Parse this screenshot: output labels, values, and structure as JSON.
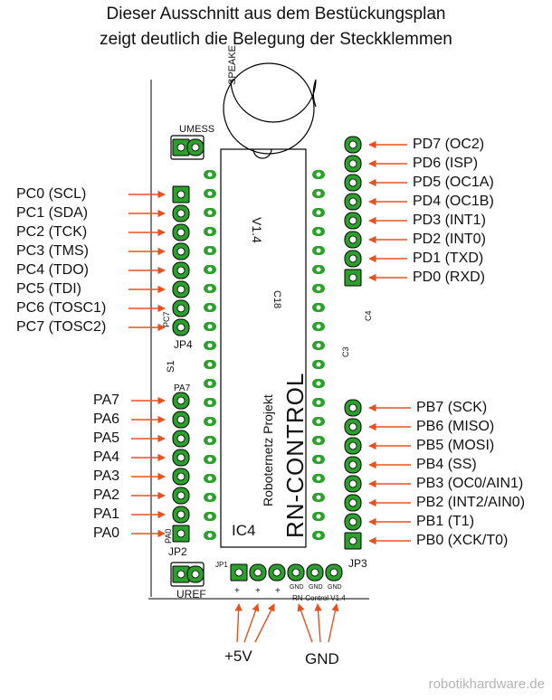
{
  "title": {
    "line1": "Dieser Ausschnitt aus dem Bestückungsplan",
    "line2": "zeigt deutlich die Belegung der Steckklemmen"
  },
  "board": {
    "ic_label": "RN-CONTROL",
    "ic_sub": "Roboternetz Projekt",
    "ic_version": "V1.4",
    "ic_ref": "IC4",
    "cap_label": "C18",
    "speaker_label": "SPEAKE",
    "umess_label": "UMESS",
    "uref_label": "UREF",
    "jp1_label": "JP1",
    "jp2_label": "JP2",
    "jp3_label": "JP3",
    "jp4_label": "JP4",
    "s1_label": "S1",
    "pa7_label": "PA7",
    "pa0_label": "PA0",
    "pc7_label": "PC7",
    "c3_label": "C3",
    "c4_label": "C4",
    "gnd_small": "GND",
    "plus": "+",
    "board_footer": "RN-Control V1.4"
  },
  "left_labels": {
    "pc": [
      "PC0 (SCL)",
      "PC1 (SDA)",
      "PC2 (TCK)",
      "PC3 (TMS)",
      "PC4 (TDO)",
      "PC5 (TDI)",
      "PC6 (TOSC1)",
      "PC7 (TOSC2)"
    ],
    "pa": [
      "PA7",
      "PA6",
      "PA5",
      "PA4",
      "PA3",
      "PA2",
      "PA1",
      "PA0"
    ]
  },
  "right_labels": {
    "pd": [
      "PD7 (OC2)",
      "PD6 (ISP)",
      "PD5 (OC1A)",
      "PD4 (OC1B)",
      "PD3 (INT1)",
      "PD2 (INT0)",
      "PD1 (TXD)",
      "PD0 (RXD)"
    ],
    "pb": [
      "PB7 (SCK)",
      "PB6 (MISO)",
      "PB5 (MOSI)",
      "PB4 (SS)",
      "PB3 (OC0/AIN1)",
      "PB2 (INT2/AIN0)",
      "PB1 (T1)",
      "PB0 (XCK/T0)"
    ]
  },
  "bottom_labels": {
    "plus5v": "+5V",
    "gnd": "GND"
  },
  "footer": "robotikhardware.de",
  "colors": {
    "pad": "#2ca02c",
    "arrow": "#e8501e",
    "silkscreen": "#000000"
  }
}
